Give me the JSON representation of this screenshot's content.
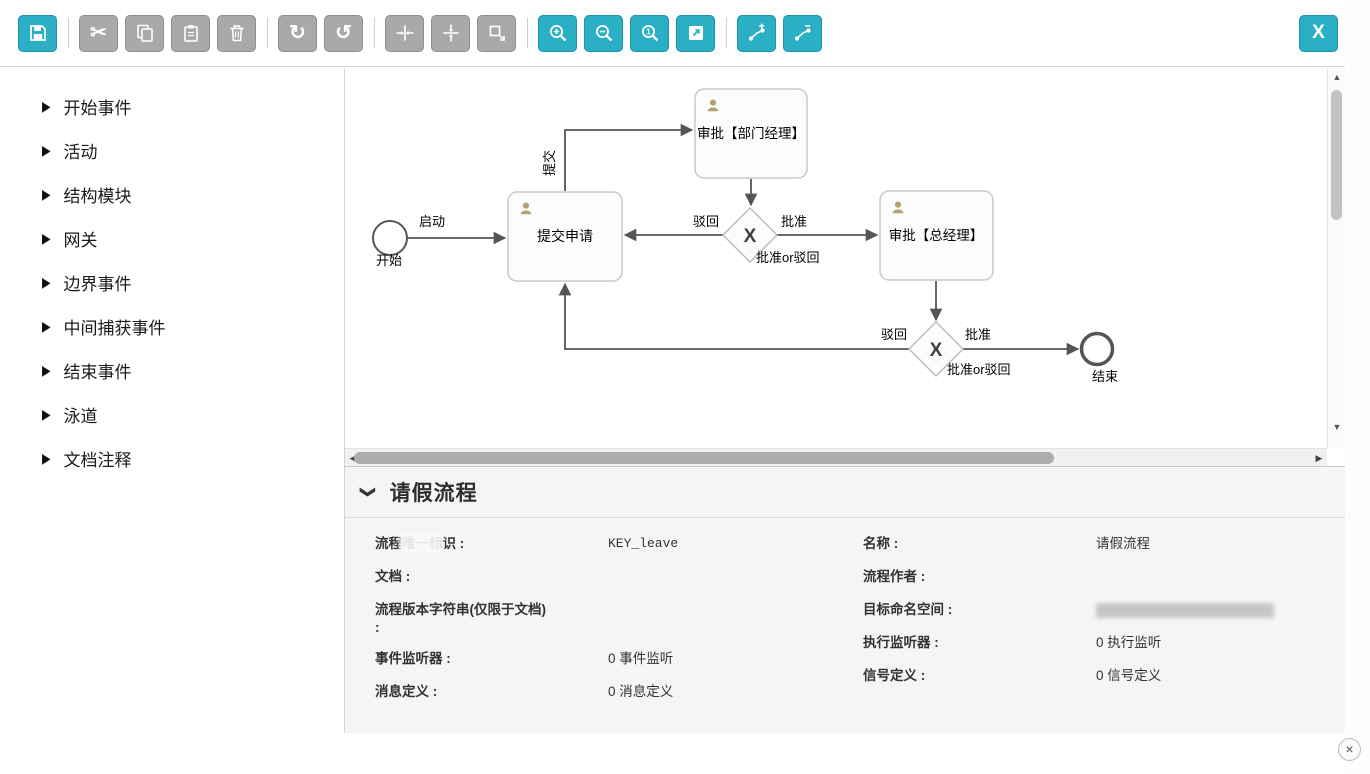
{
  "toolbar": {
    "close_label": "X"
  },
  "icons": {
    "cut": "✂",
    "redo": "↻",
    "undo": "↺",
    "palette_arrow": "▶",
    "scroll_up": "▲",
    "scroll_down": "▼",
    "scroll_left": "◀",
    "scroll_right": "▶",
    "collapse": "❯",
    "panel_close": "×"
  },
  "palette": {
    "items": [
      {
        "label": "开始事件"
      },
      {
        "label": "活动"
      },
      {
        "label": "结构模块"
      },
      {
        "label": "网关"
      },
      {
        "label": "边界事件"
      },
      {
        "label": "中间捕获事件"
      },
      {
        "label": "结束事件"
      },
      {
        "label": "泳道"
      },
      {
        "label": "文档注释"
      }
    ]
  },
  "diagram": {
    "start": {
      "label": "开始"
    },
    "end": {
      "label": "结束"
    },
    "tasks": [
      {
        "label": "提交申请"
      },
      {
        "label": "审批【部门经理】"
      },
      {
        "label": "审批【总经理】"
      }
    ],
    "gateways": [
      {
        "symbol": "X",
        "label": "批准or驳回"
      },
      {
        "symbol": "X",
        "label": "批准or驳回"
      }
    ],
    "edge_labels": {
      "launch": "启动",
      "submit": "提交",
      "gw1_reject": "驳回",
      "gw1_approve": "批准",
      "gw2_reject": "驳回",
      "gw2_approve": "批准"
    }
  },
  "properties": {
    "title": "请假流程",
    "left": [
      {
        "label": "流程唯一标识 :",
        "value": "KEY_leave"
      },
      {
        "label": "文档 :",
        "value": ""
      },
      {
        "label": "流程版本字符串(仅限于文档) :",
        "value": ""
      },
      {
        "label": "事件监听器 :",
        "value": "0 事件监听"
      },
      {
        "label": "消息定义 :",
        "value": "0 消息定义"
      }
    ],
    "right": [
      {
        "label": "名称 :",
        "value": "请假流程"
      },
      {
        "label": "流程作者 :",
        "value": ""
      },
      {
        "label": "目标命名空间 :",
        "value": ""
      },
      {
        "label": "执行监听器 :",
        "value": "0 执行监听"
      },
      {
        "label": "信号定义 :",
        "value": "0 信号定义"
      }
    ]
  }
}
